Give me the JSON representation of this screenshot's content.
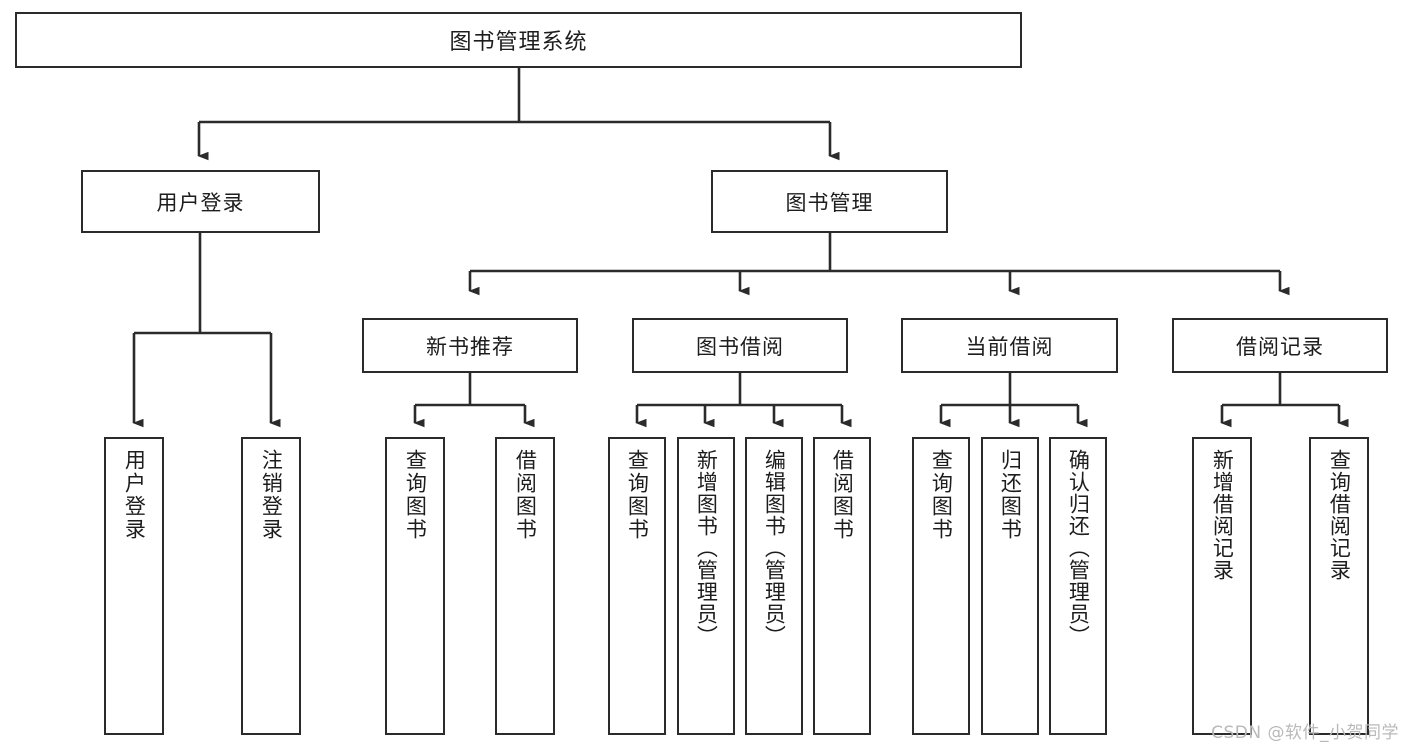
{
  "diagram": {
    "type": "tree",
    "title": "图书管理系统",
    "root": {
      "label": "图书管理系统"
    },
    "level2": [
      {
        "label": "用户登录"
      },
      {
        "label": "图书管理"
      }
    ],
    "level3": [
      {
        "label": "新书推荐"
      },
      {
        "label": "图书借阅"
      },
      {
        "label": "当前借阅"
      },
      {
        "label": "借阅记录"
      }
    ],
    "leaves": {
      "user_login": [
        {
          "label": "用户登录"
        },
        {
          "label": "注销登录"
        }
      ],
      "new_book_recommend": [
        {
          "label": "查询图书"
        },
        {
          "label": "借阅图书"
        }
      ],
      "book_borrow": [
        {
          "label": "查询图书"
        },
        {
          "label": "新增图书（管理员）"
        },
        {
          "label": "编辑图书（管理员）"
        },
        {
          "label": "借阅图书"
        }
      ],
      "current_borrow": [
        {
          "label": "查询图书"
        },
        {
          "label": "归还图书"
        },
        {
          "label": "确认归还（管理员）"
        }
      ],
      "borrow_record": [
        {
          "label": "新增借阅记录"
        },
        {
          "label": "查询借阅记录"
        }
      ]
    }
  },
  "watermark": {
    "text": "CSDN @软件_小贺同学"
  },
  "colors": {
    "border": "#2b2b2b",
    "background": "#ffffff",
    "text": "#1d1d1d",
    "watermark": "#b9b9b9"
  }
}
